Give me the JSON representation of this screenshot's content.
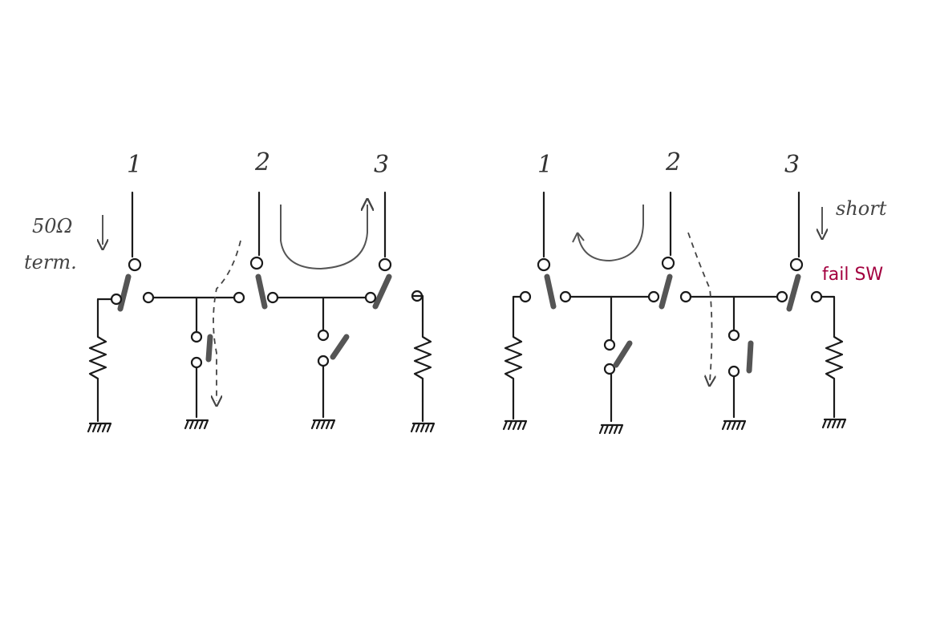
{
  "left_diagram": {
    "ports": [
      "1",
      "2",
      "3"
    ],
    "termination_label": [
      "50Ω",
      "term."
    ]
  },
  "right_diagram": {
    "ports": [
      "1",
      "2",
      "3"
    ],
    "short_label": "short",
    "fail_label": "fail SW"
  },
  "colors": {
    "fail_label": "#a3003f",
    "ink": "#1a1a1a"
  }
}
